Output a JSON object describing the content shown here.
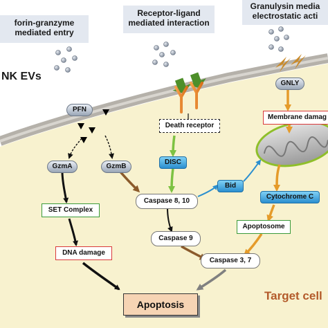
{
  "headers": {
    "perforin": "forin-granzyme\nmediated entry",
    "receptor": "Receptor-ligand\nmediated interaction",
    "granulysin": "Granulysin media\nelectrostatic acti"
  },
  "nk_evs_label": "NK EVs",
  "nodes": {
    "pfn": "PFN",
    "gnly": "GNLY",
    "gzma": "GzmA",
    "gzmb": "GzmB",
    "death_receptor": "Death receptor",
    "membrane_damage": "Membrane damag",
    "disc": "DISC",
    "bid": "Bid",
    "cytochrome_c": "Cytochrome C",
    "set_complex": "SET Complex",
    "caspase_8_10": "Caspase 8, 10",
    "apoptosome": "Apoptosome",
    "caspase_9": "Caspase 9",
    "dna_damage": "DNA damage",
    "caspase_3_7": "Caspase 3, 7",
    "apoptosis": "Apoptosis"
  },
  "target_cell_label": "Target cell",
  "colors": {
    "cytoplasm": "#f8f2cf",
    "membrane": "#b5b1aa",
    "arrow_green": "#7dc242",
    "arrow_brown": "#8b5a2b",
    "arrow_orange": "#e59b2a",
    "arrow_black": "#111111",
    "arrow_gray": "#808080",
    "target_cell_text": "#b35a2a",
    "apoptosis_fill": "#f6d4b4"
  }
}
